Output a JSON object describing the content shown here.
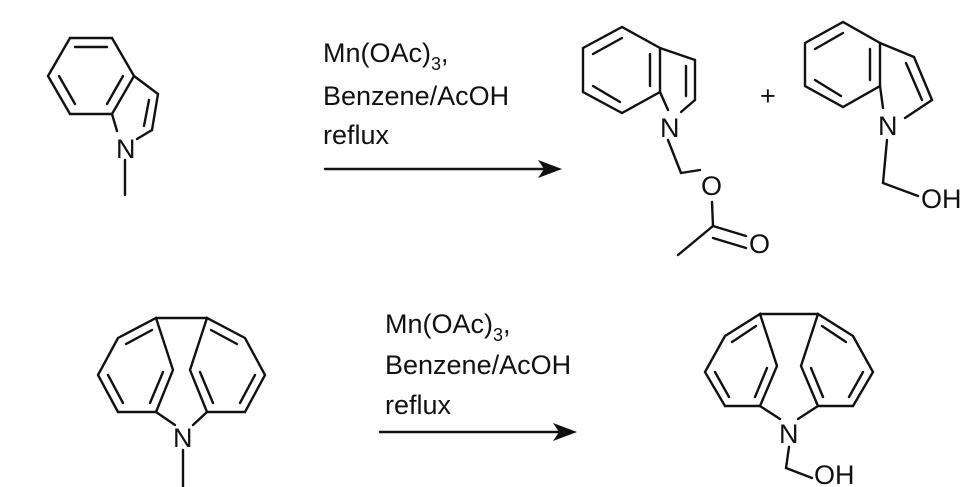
{
  "reaction_1": {
    "conditions": {
      "line1_main": "Mn(OAc)",
      "line1_sub": "3",
      "line1_tail": ",",
      "line2": "Benzene/AcOH",
      "line3": "reflux"
    },
    "reactant": {
      "n_label": "N"
    },
    "product_a": {
      "n_label": "N",
      "o_ester_label": "O",
      "o_carbonyl_label": "O"
    },
    "plus": "+",
    "product_b": {
      "n_label": "N",
      "oh_label": "OH"
    }
  },
  "reaction_2": {
    "conditions": {
      "line1_main": "Mn(OAc)",
      "line1_sub": "3",
      "line1_tail": ",",
      "line2": "Benzene/AcOH",
      "line3": "reflux"
    },
    "reactant": {
      "n_label": "N"
    },
    "product": {
      "n_label": "N",
      "oh_label": "OH"
    }
  }
}
